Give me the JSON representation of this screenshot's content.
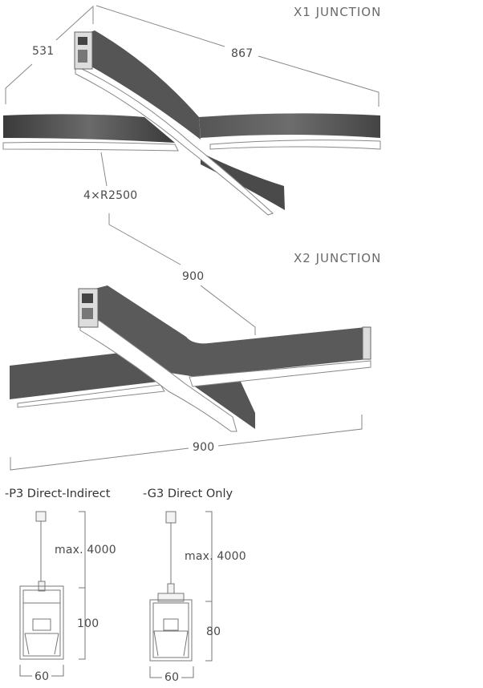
{
  "x1_junction": {
    "title": "X1  JUNCTION",
    "dim_left": "531",
    "dim_right": "867",
    "dim_radius": "4×R2500"
  },
  "x2_junction": {
    "title": "X2  JUNCTION",
    "dim_top": "900",
    "dim_bottom": "900"
  },
  "sections": [
    {
      "title": "-P3  Direct-Indirect",
      "cable_length": "max. 4000",
      "height": "100",
      "width": "60"
    },
    {
      "title": "-G3  Direct Only",
      "cable_length": "max. 4000",
      "height": "80",
      "width": "60"
    }
  ],
  "colors": {
    "profile_dark": "#4d4d4d",
    "diffuser": "#ffffff",
    "dimension_line": "#777777"
  }
}
